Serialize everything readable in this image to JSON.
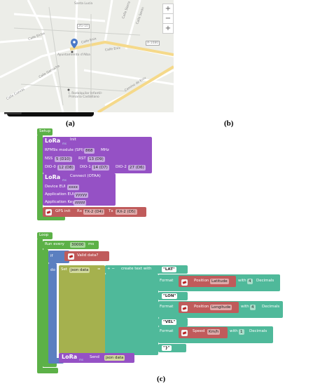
{
  "labels": {
    "a": "(a)",
    "b": "(b)",
    "c": "(c)"
  },
  "map": {
    "zoom_in": "+",
    "zoom_out": "−",
    "zoom_extra": "+",
    "streets": [
      "Santa Lucía",
      "Calle Elche",
      "Calle Enix",
      "Calle Enix",
      "Calle Garrucha",
      "Calle Cuevas",
      "Calle Sierra",
      "Calle Serón",
      "Ayuntamiento d'Alba",
      "Camino de Enix"
    ],
    "poi": "I. Rodalquilar Infantil-Primaria Castellano",
    "road_badge": "ZG-10",
    "badge2": "A-1080"
  },
  "setup": {
    "label": "Setup",
    "lora_init": {
      "title": "LoRa",
      "sub": "ms",
      "action": "Init"
    },
    "rfm": {
      "label": "RFM9x module (SPI)",
      "value": "868",
      "unit": "MHz"
    },
    "nss": {
      "label": "NSS",
      "value": "5 (D10)",
      "rst_label": "RST",
      "rst_value": "13 (D9)"
    },
    "dio": {
      "label0": "DIO-0",
      "v0": "12 (D8)",
      "label1": "DIO-1",
      "v1": "14 (D7)",
      "label2": "DIO-2",
      "v2": "27 (D6)"
    },
    "lora_connect": {
      "title": "LoRa",
      "sub": "ms",
      "action": "Connect (OTAA)"
    },
    "dev_eui": {
      "label": "Device EUI",
      "value": "xxxx"
    },
    "app_eui": {
      "label": "Application EUI",
      "value": "yyyyy"
    },
    "app_key": {
      "label": "Application Key",
      "value": "zzzzz"
    },
    "gps": {
      "label": "GPS init",
      "rx_label": "Rx",
      "rx": "TX-2 (D4)",
      "tx_label": "Tx",
      "tx": "RX-2 (D5)"
    }
  },
  "loop": {
    "label": "Loop",
    "run_every": "Run every",
    "interval": "30000",
    "unit": "ms",
    "if": "if",
    "valid": "Valid data?",
    "do": "do",
    "set": "Set",
    "var": "json data",
    "eq": "=",
    "create_text": "create text with",
    "lat_str": "\"LAT\"",
    "lon_str": "\"LON\"",
    "vel_str": "\"VEL\"",
    "close_str": "\"}\"",
    "format": "Format",
    "position": "Position",
    "latitude": "Latitude",
    "longitude": "Longitude",
    "with": "with",
    "dec_lat": "4",
    "dec_lon": "4",
    "decimals": "Decimals",
    "speed": "Speed",
    "kmh": "Km/h",
    "dec_vel": "1",
    "lora_send": "LoRa",
    "lora_sub": "ms",
    "send": "Send",
    "send_var": "json data"
  },
  "colors": {
    "lora_purple": "#9551c5",
    "loop_green": "#5cb147",
    "gps_red": "#c05b5b",
    "text_teal": "#4fb99a",
    "var_olive": "#a5b14e",
    "control_blue": "#5b7fc0"
  }
}
